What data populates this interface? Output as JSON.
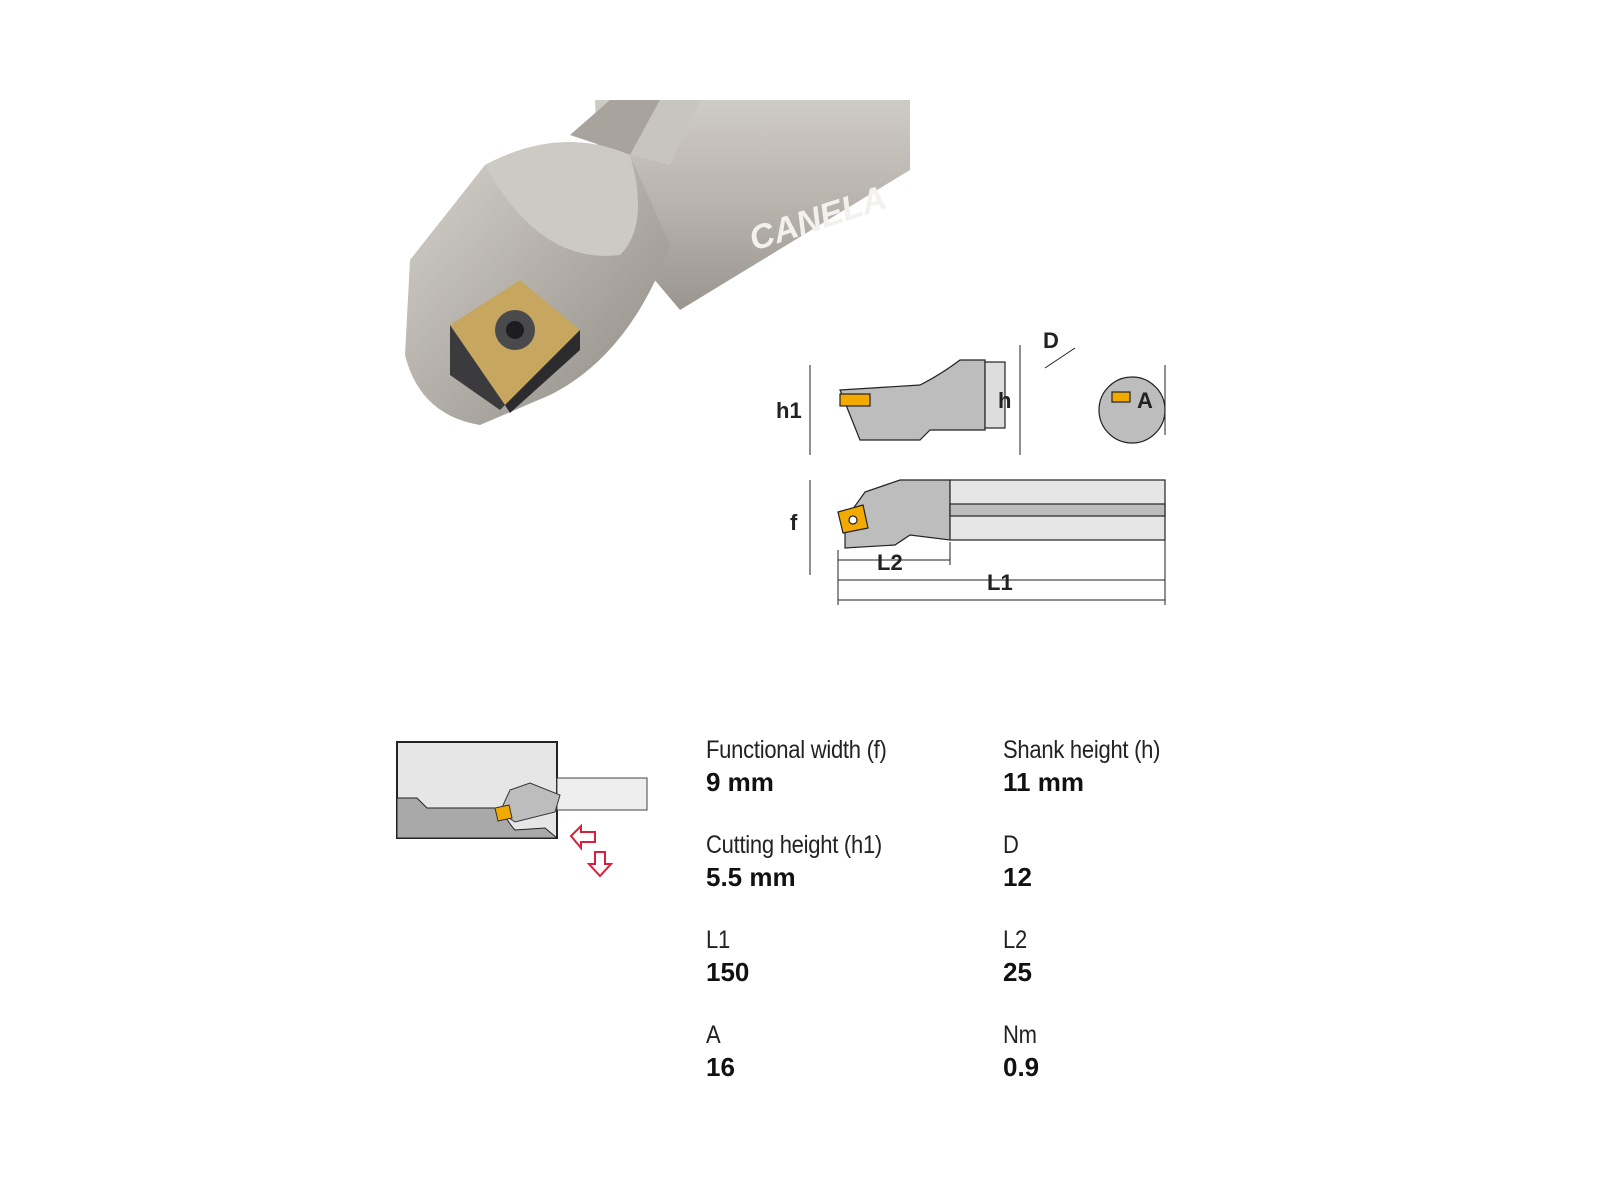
{
  "product_photo": {
    "brand": "CANELA"
  },
  "diagram_labels": {
    "h1": "h1",
    "h": "h",
    "D": "D",
    "A": "A",
    "f": "f",
    "L2": "L2",
    "L1": "L1"
  },
  "specs": [
    {
      "label": "Functional width (f)",
      "value": "9 mm"
    },
    {
      "label": "Shank height (h)",
      "value": "11 mm"
    },
    {
      "label": "Cutting height (h1)",
      "value": "5.5 mm"
    },
    {
      "label": "D",
      "value": "12"
    },
    {
      "label": "L1",
      "value": "150"
    },
    {
      "label": "L2",
      "value": "25"
    },
    {
      "label": "A",
      "value": "16"
    },
    {
      "label": "Nm",
      "value": "0.9"
    }
  ],
  "colors": {
    "insert": "#f2a900",
    "body": "#b9b6b1",
    "arrow": "#d8203a"
  }
}
